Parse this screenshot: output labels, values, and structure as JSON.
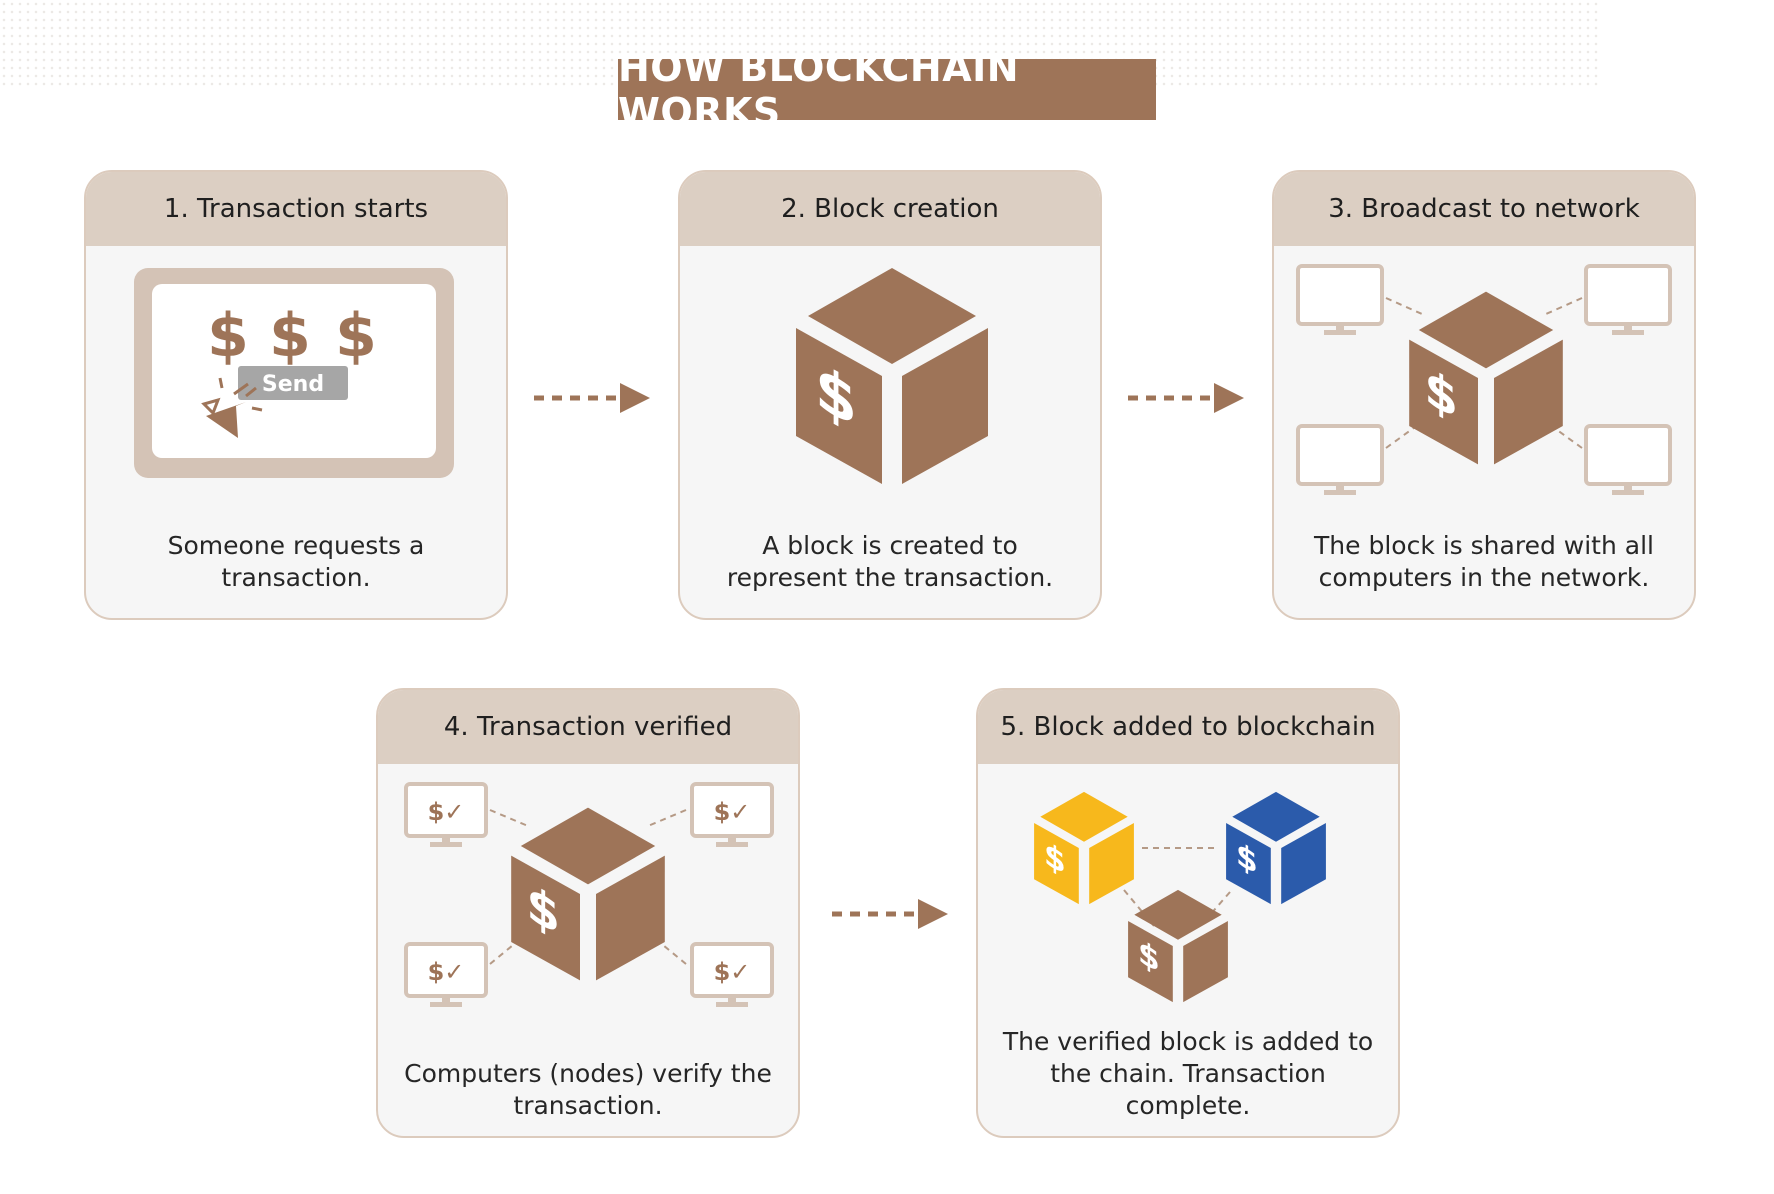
{
  "title": "HOW BLOCKCHAIN WORKS",
  "steps": [
    {
      "heading": "1. Transaction starts",
      "text": "Someone requests a transaction."
    },
    {
      "heading": "2. Block creation",
      "text": "A block is created to represent the transaction."
    },
    {
      "heading": "3. Broadcast to network",
      "text": "The block is shared with all computers in the network."
    },
    {
      "heading": "4. Transaction verified",
      "text": "Computers (nodes) verify the transaction."
    },
    {
      "heading": "5. Block added to blockchain",
      "text": "The verified block is added to the chain. Transaction complete."
    }
  ],
  "screen": {
    "symbols": [
      "$",
      "$",
      "$"
    ],
    "button_label": "Send"
  },
  "block_symbol": "$",
  "node_badge": "$✓",
  "colors": {
    "brown": "#9e7458",
    "header_bg": "#dccfc3",
    "card_border": "#dccbbd",
    "monitor": "#d4c3b6",
    "yellow": "#f7b81c",
    "blue": "#2b5bab"
  }
}
